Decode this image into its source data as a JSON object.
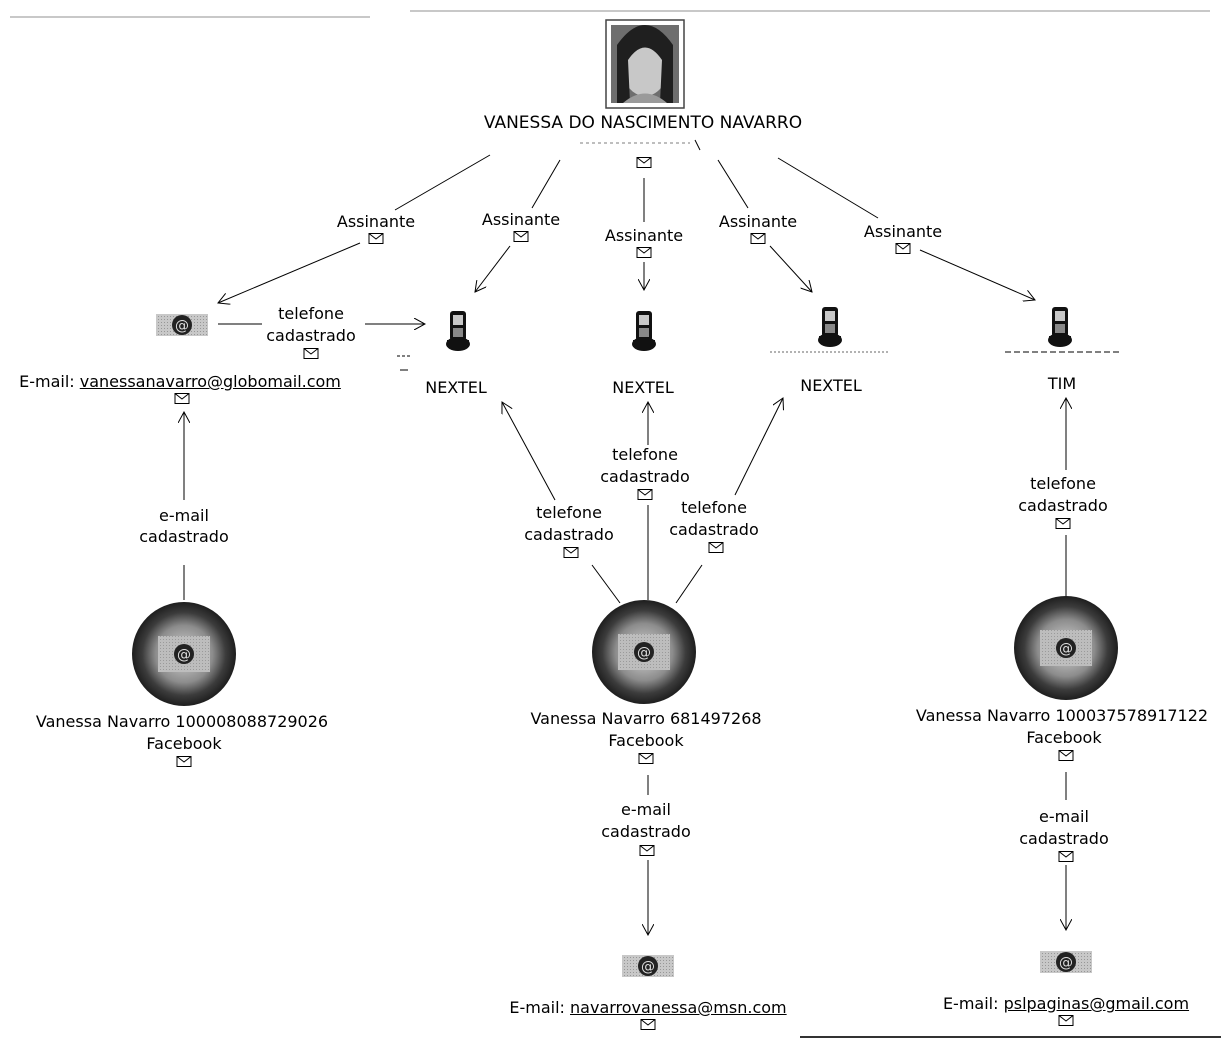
{
  "person": {
    "name": "VANESSA DO NASCIMENTO NAVARRO"
  },
  "edges": {
    "subscriber_label": "Assinante",
    "phone_registered_1": "telefone",
    "phone_registered_2": "cadastrado",
    "email_registered_1": "e-mail",
    "email_registered_2": "cadastrado"
  },
  "phones": [
    {
      "carrier": "NEXTEL"
    },
    {
      "carrier": "NEXTEL"
    },
    {
      "carrier": "NEXTEL"
    },
    {
      "carrier": "TIM"
    }
  ],
  "emails": [
    {
      "prefix": "E-mail: ",
      "address": "vanessanavarro@globomail.com"
    },
    {
      "prefix": "E-mail: ",
      "address": "navarrovanessa@msn.com"
    },
    {
      "prefix": "E-mail: ",
      "address": "pslpaginas@gmail.com"
    }
  ],
  "facebook_profiles": [
    {
      "title": "Vanessa Navarro 100008088729026",
      "network": "Facebook"
    },
    {
      "title": "Vanessa Navarro 681497268",
      "network": "Facebook"
    },
    {
      "title": "Vanessa Navarro 100037578917122",
      "network": "Facebook"
    }
  ],
  "icons": {
    "envelope": "envelope-icon",
    "phone": "mobile-phone-icon",
    "email": "at-sign-icon",
    "facebook": "facebook-globe-icon",
    "photo": "person-photo"
  }
}
